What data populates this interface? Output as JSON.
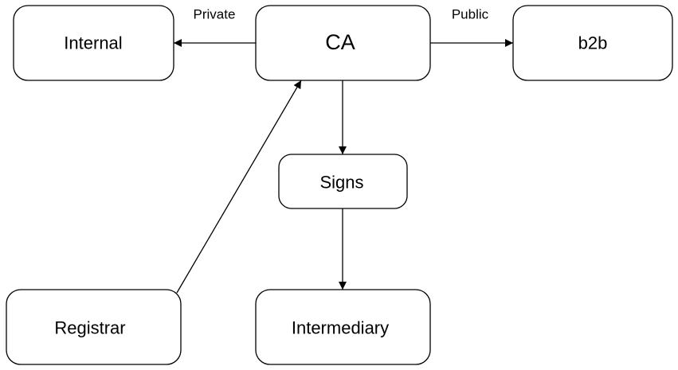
{
  "diagram": {
    "nodes": {
      "internal": {
        "label": "Internal"
      },
      "ca": {
        "label": "CA"
      },
      "b2b": {
        "label": "b2b"
      },
      "signs": {
        "label": "Signs"
      },
      "registrar": {
        "label": "Registrar"
      },
      "intermediary": {
        "label": "Intermediary"
      }
    },
    "edges": {
      "ca_to_internal": {
        "from": "ca",
        "to": "internal",
        "label": "Private"
      },
      "ca_to_b2b": {
        "from": "ca",
        "to": "b2b",
        "label": "Public"
      },
      "ca_to_signs": {
        "from": "ca",
        "to": "signs",
        "label": ""
      },
      "signs_to_intermediary": {
        "from": "signs",
        "to": "intermediary",
        "label": ""
      },
      "registrar_to_ca": {
        "from": "registrar",
        "to": "ca",
        "label": ""
      }
    }
  }
}
